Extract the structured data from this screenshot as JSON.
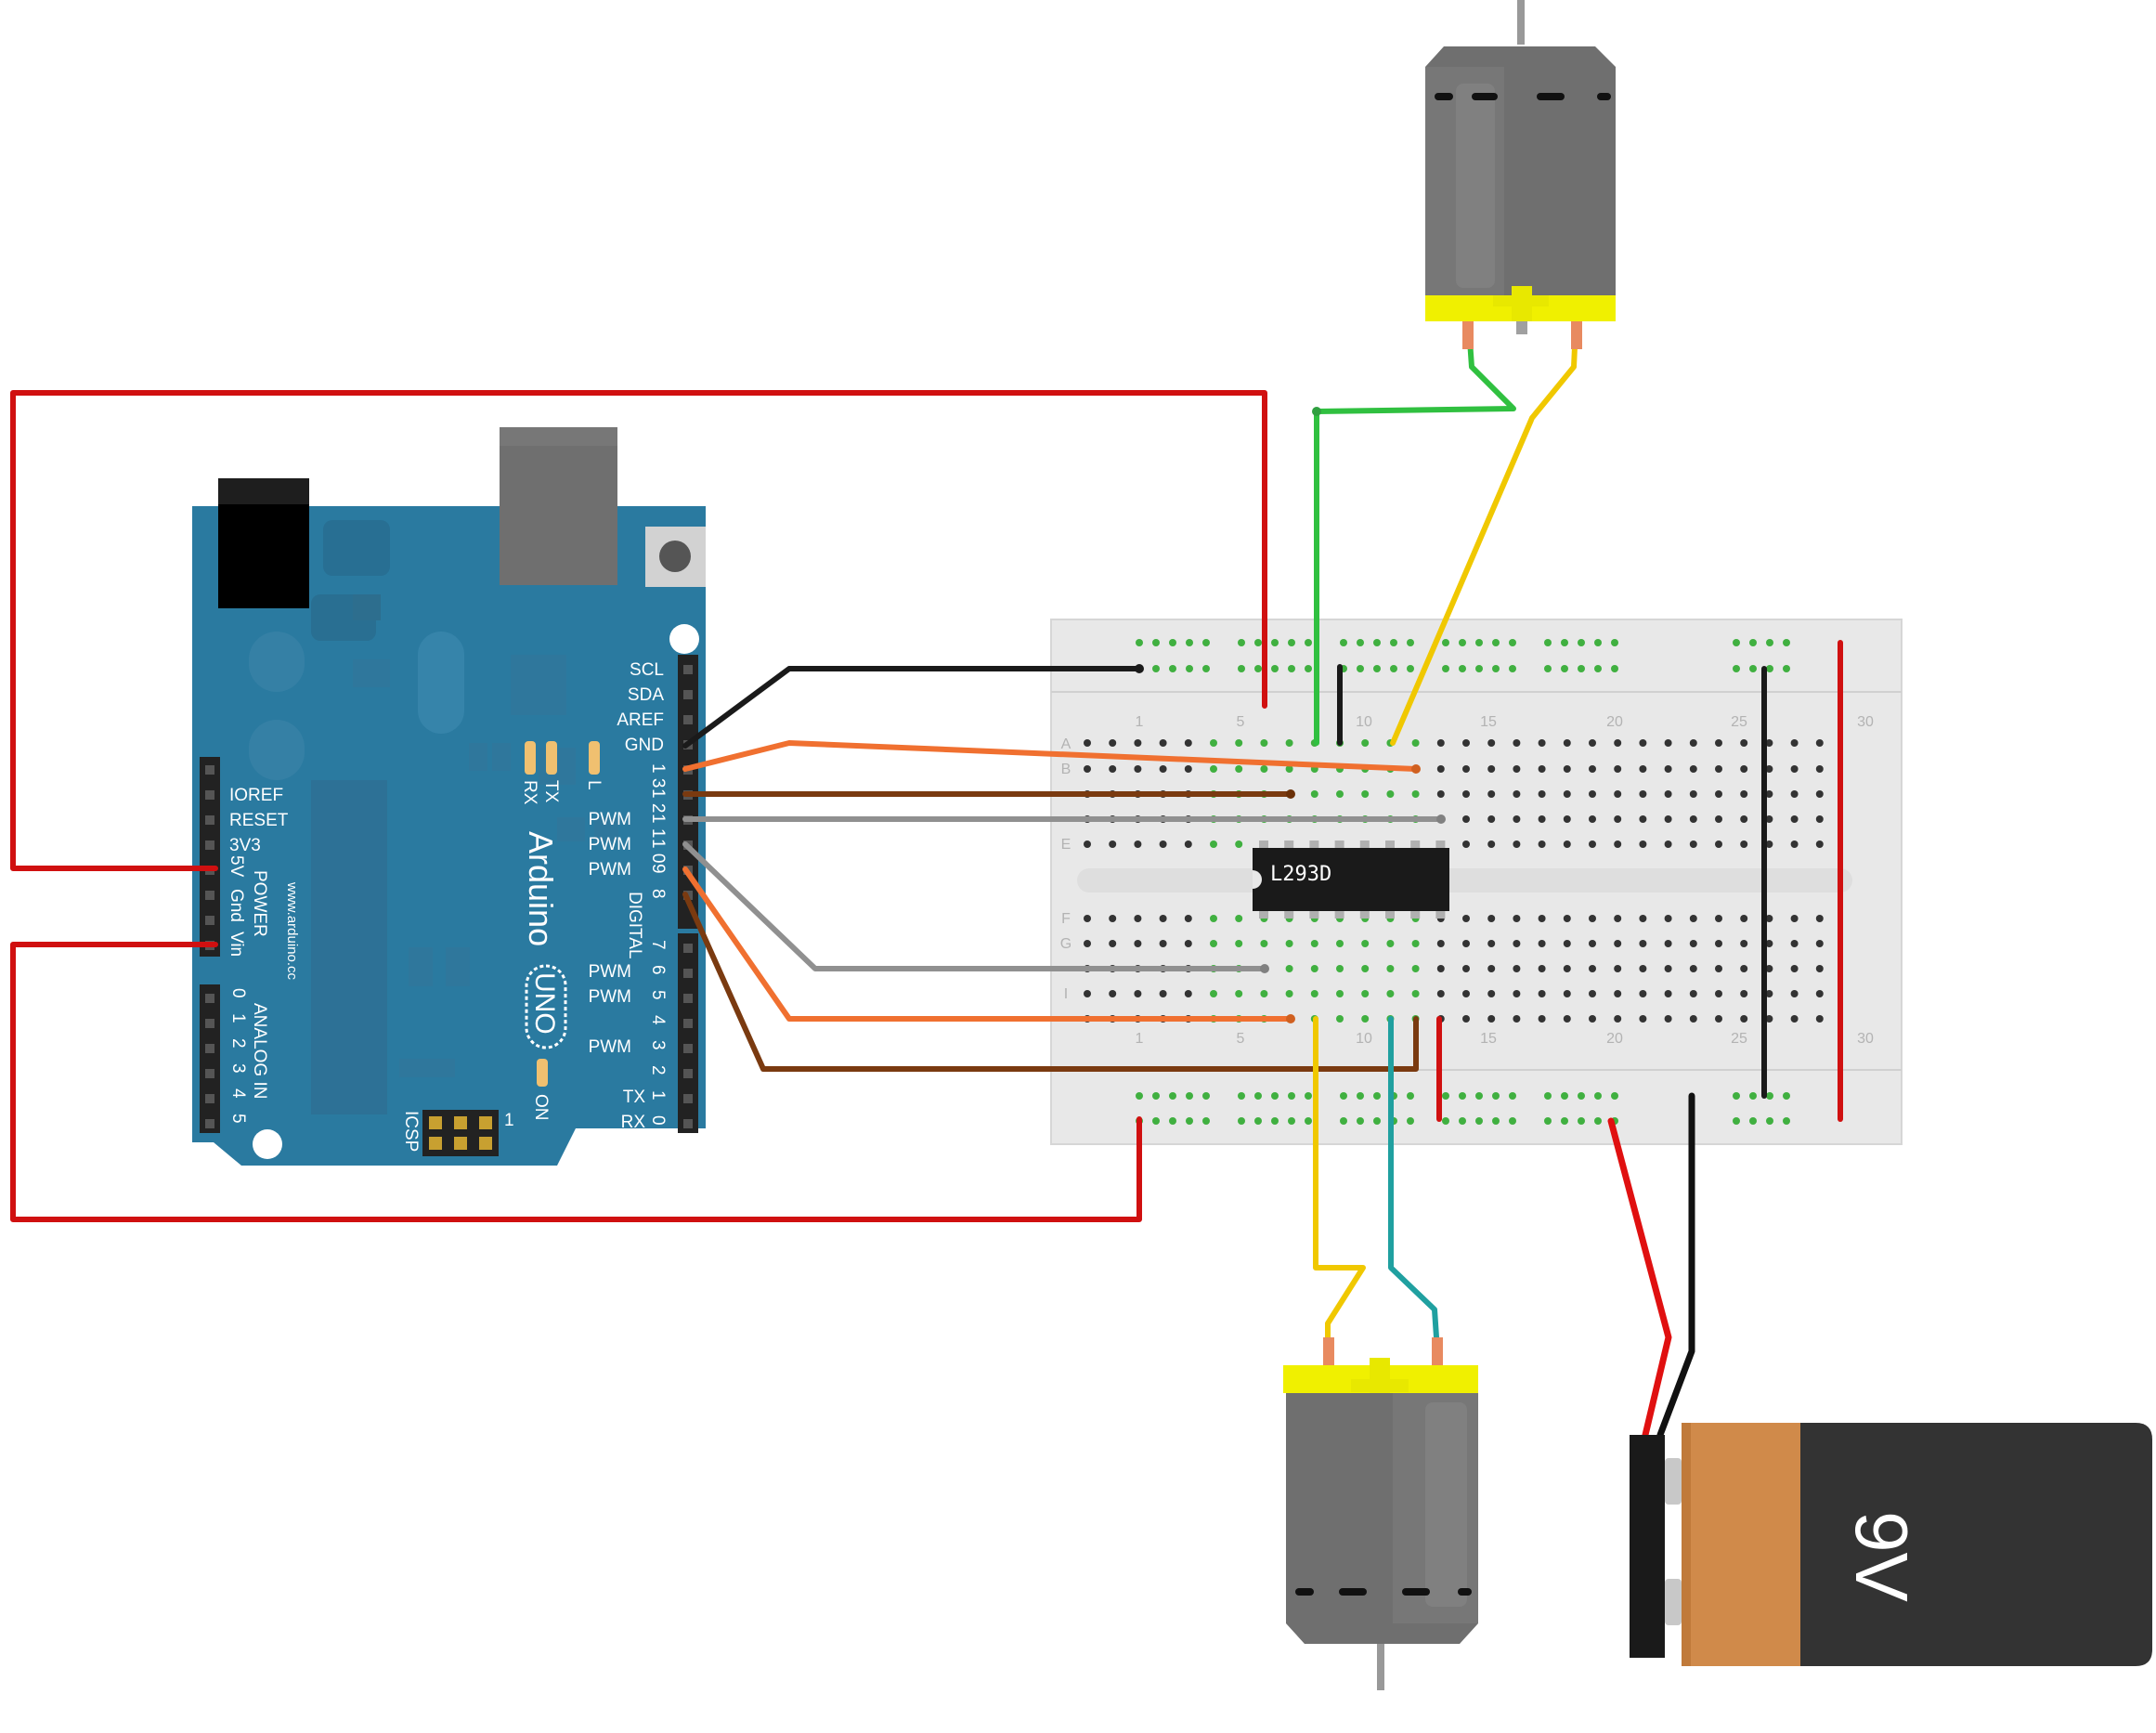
{
  "arduino": {
    "header_top": [
      "SCL",
      "SDA",
      "AREF",
      "GND"
    ],
    "digital_nums": [
      "1 3",
      "1 2",
      "1 1",
      "1 0",
      "9",
      "8",
      "7",
      "6",
      "5",
      "4",
      "3",
      "2",
      "1",
      "0"
    ],
    "pwm_label": "PWM",
    "power_labels": [
      "IOREF",
      "RESET",
      "3V3",
      "5V",
      "Gnd",
      "Vin"
    ],
    "power_title": "POWER",
    "analog_nums": [
      "0",
      "1",
      "2",
      "3",
      "4",
      "5"
    ],
    "analog_title": "ANALOG IN",
    "digital_title": "DIGITAL",
    "brand": "Arduino",
    "model": "UNO",
    "url": "www.arduino.cc",
    "led_labels": [
      "RX",
      "TX",
      "L"
    ],
    "on_label": "ON",
    "tx_label": "TX",
    "rx_label": "RX",
    "icsp_label": "ICSP",
    "icsp_one": "1"
  },
  "breadboard": {
    "col_numbers": [
      "1",
      "5",
      "10",
      "15",
      "20",
      "25",
      "30"
    ],
    "row_letters_top": [
      "A",
      "B",
      "E"
    ],
    "row_letters_bottom": [
      "F",
      "G",
      "I"
    ]
  },
  "chip": {
    "label": "L293D"
  },
  "battery": {
    "label": "9V"
  },
  "colors": {
    "arduino_board": "#2a7aa0",
    "breadboard": "#e6e6e6",
    "wire_red": "#d01010",
    "wire_black": "#1a1a1a",
    "wire_orange": "#f07030",
    "wire_brown": "#7a3a10",
    "wire_gray": "#909090",
    "wire_green": "#30c040",
    "wire_yellow": "#f0c800",
    "wire_teal": "#20a0a0",
    "motor_body": "#707070",
    "motor_cap": "#f0f000",
    "battery_copper": "#d08a4a",
    "battery_black": "#333333"
  }
}
